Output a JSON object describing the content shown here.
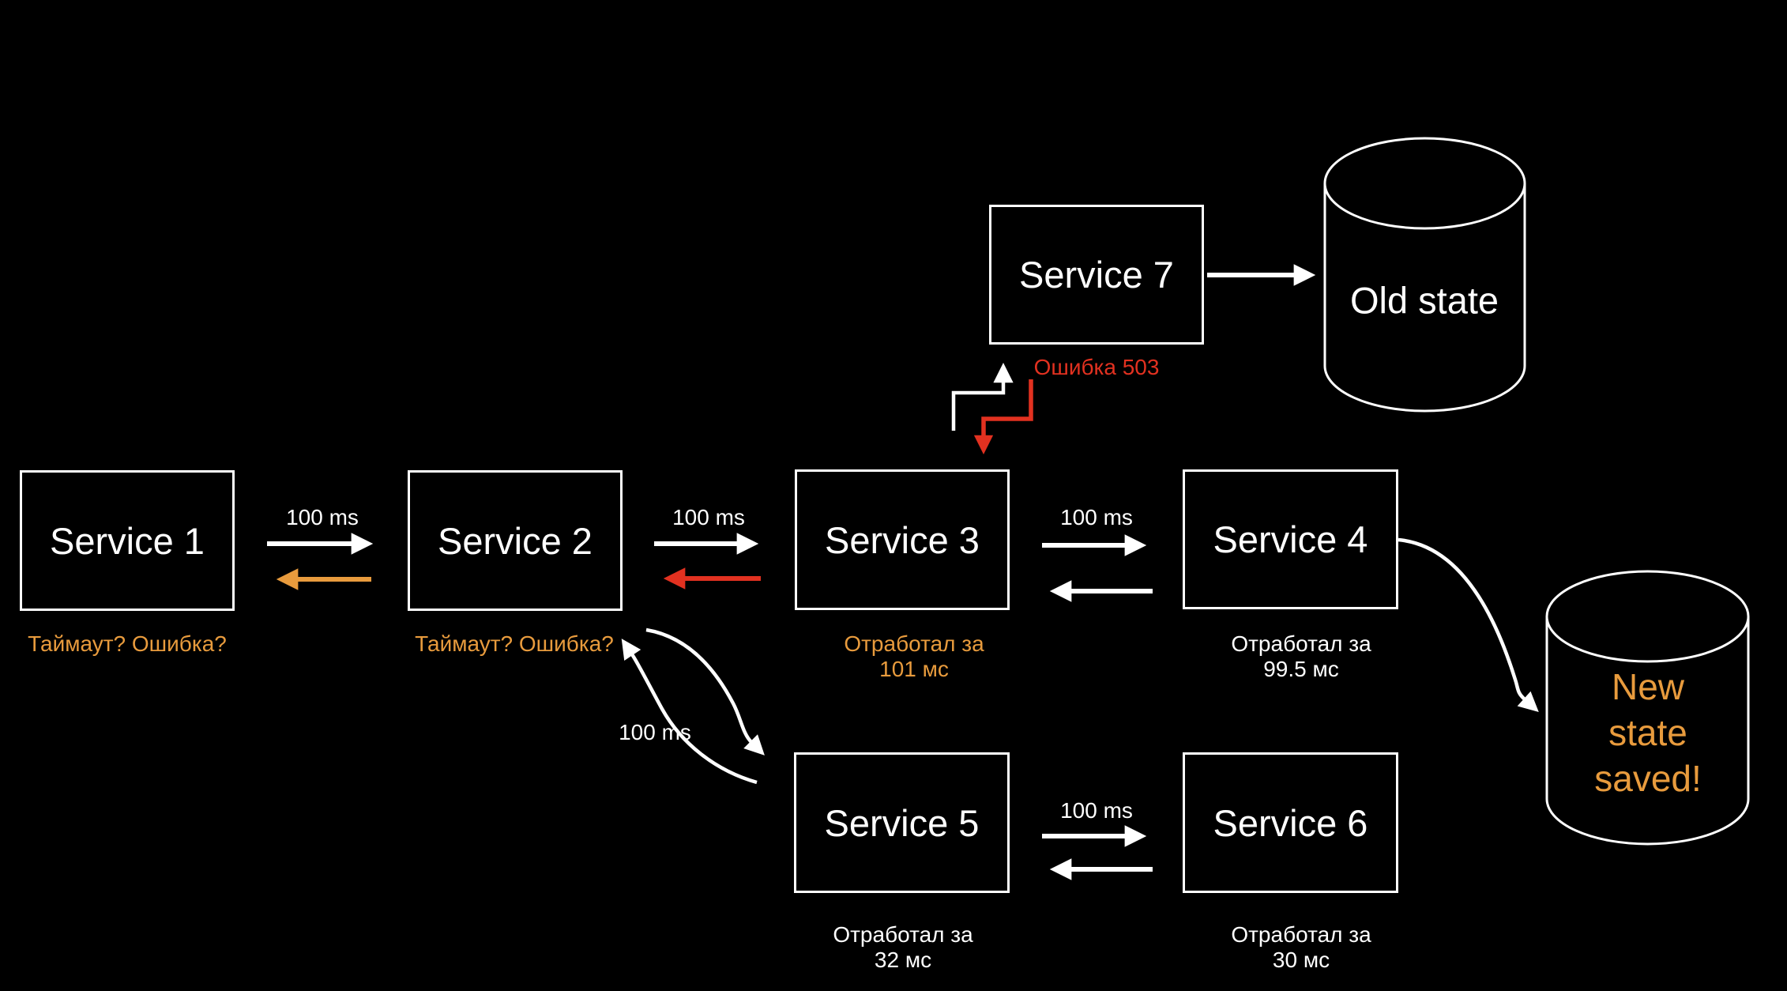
{
  "colors": {
    "background": "#000000",
    "stroke": "#ffffff",
    "orange": "#E89B3D",
    "red": "#E23120"
  },
  "nodes": {
    "service1": "Service 1",
    "service2": "Service 2",
    "service3": "Service 3",
    "service4": "Service 4",
    "service5": "Service 5",
    "service6": "Service 6",
    "service7": "Service 7"
  },
  "stores": {
    "old_state": "Old state",
    "new_state": {
      "line1": "New",
      "line2": "state",
      "line3": "saved!"
    }
  },
  "latency": {
    "s1_s2": "100 ms",
    "s2_s3": "100 ms",
    "s3_s4": "100 ms",
    "s5_s6": "100 ms",
    "s2_s5": "100 ms"
  },
  "annotations": {
    "s1_status": "Таймаут? Ошибка?",
    "s2_status": "Таймаут? Ошибка?",
    "s3_timing": {
      "line1": "Отработал за",
      "line2": "101 мс"
    },
    "s4_timing": {
      "line1": "Отработал за",
      "line2": "99.5 мс"
    },
    "s5_timing": {
      "line1": "Отработал за",
      "line2": "32 мс"
    },
    "s6_timing": {
      "line1": "Отработал за",
      "line2": "30 мс"
    },
    "error": "Ошибка 503"
  }
}
